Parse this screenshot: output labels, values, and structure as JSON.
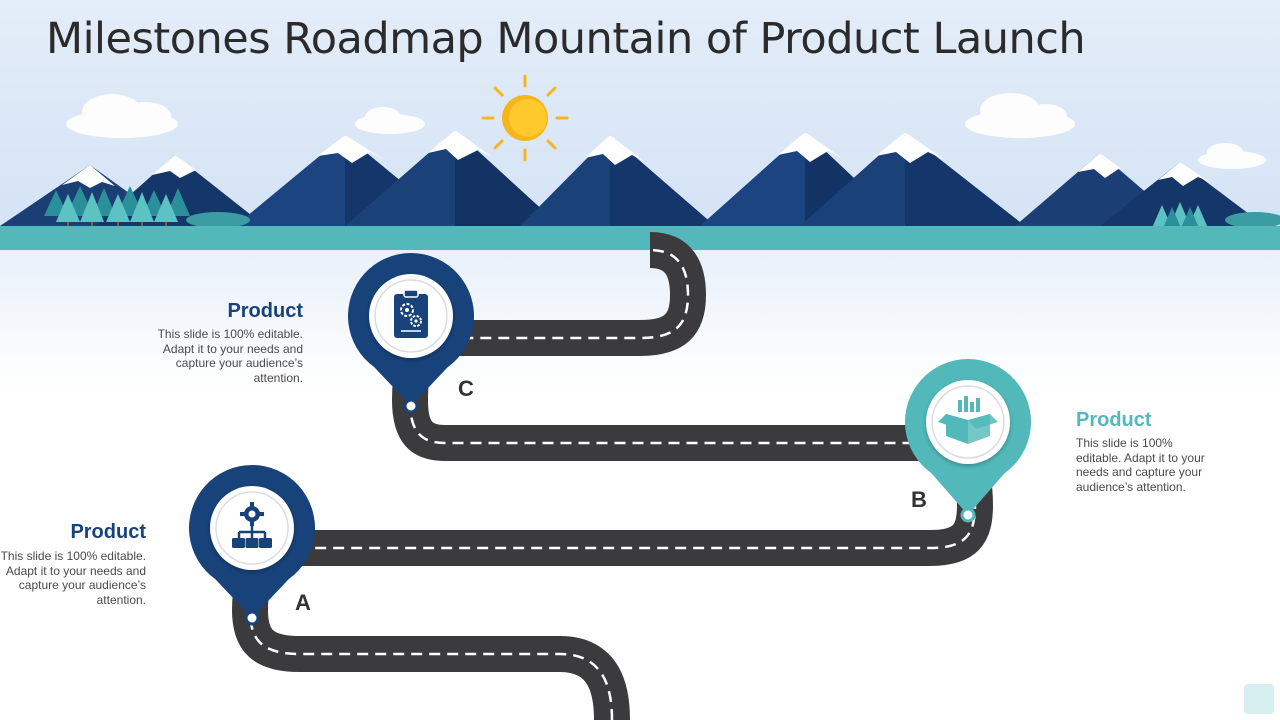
{
  "title": "Milestones Roadmap Mountain of Product Launch",
  "colors": {
    "navy": "#17427a",
    "teal": "#52b8b9",
    "road": "#3b3b3d",
    "sky": "#dde9f7"
  },
  "milestones": [
    {
      "id": "A",
      "letter": "A",
      "heading": "Product",
      "icon": "gear-hierarchy-icon",
      "color": "navy",
      "text": "This slide is 100% editable. Adapt it to your needs and capture your audience’s attention."
    },
    {
      "id": "B",
      "letter": "B",
      "heading": "Product",
      "icon": "open-box-icon",
      "color": "teal",
      "text": "This slide is 100% editable. Adapt it to your needs and capture your audience’s attention."
    },
    {
      "id": "C",
      "letter": "C",
      "heading": "Product",
      "icon": "clipboard-gears-icon",
      "color": "navy",
      "text": "This slide is 100% editable. Adapt it to your needs and capture your audience’s attention."
    }
  ]
}
